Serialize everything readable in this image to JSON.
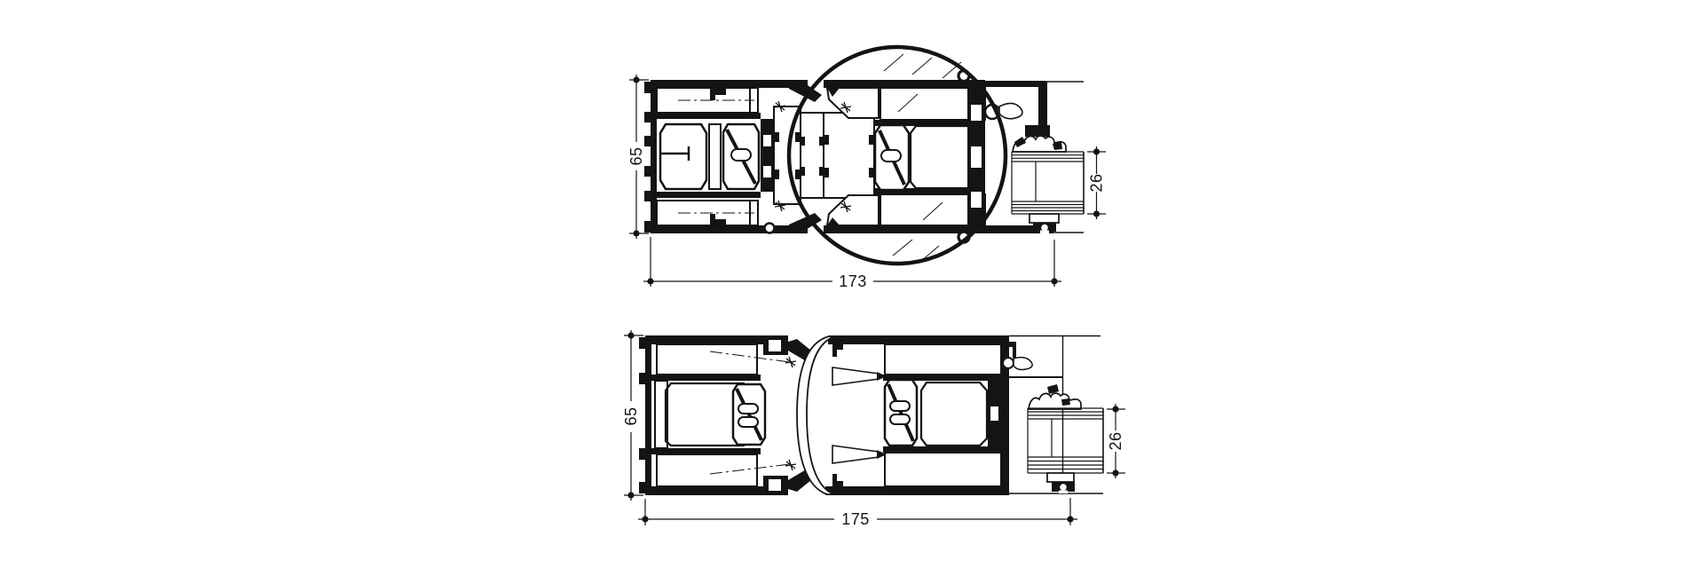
{
  "figure": {
    "type": "technical-profile-cross-sections",
    "background": "#ffffff",
    "ink_color": "#141414",
    "sections": {
      "top": {
        "description": "sliding-door profile horizontal section with detail circle",
        "dim_height": "65",
        "dim_glazing": "26",
        "dim_width": "173"
      },
      "bottom": {
        "description": "sliding-door profile horizontal section with glider gasket",
        "dim_height": "65",
        "dim_glazing": "26",
        "dim_width": "175"
      }
    }
  }
}
